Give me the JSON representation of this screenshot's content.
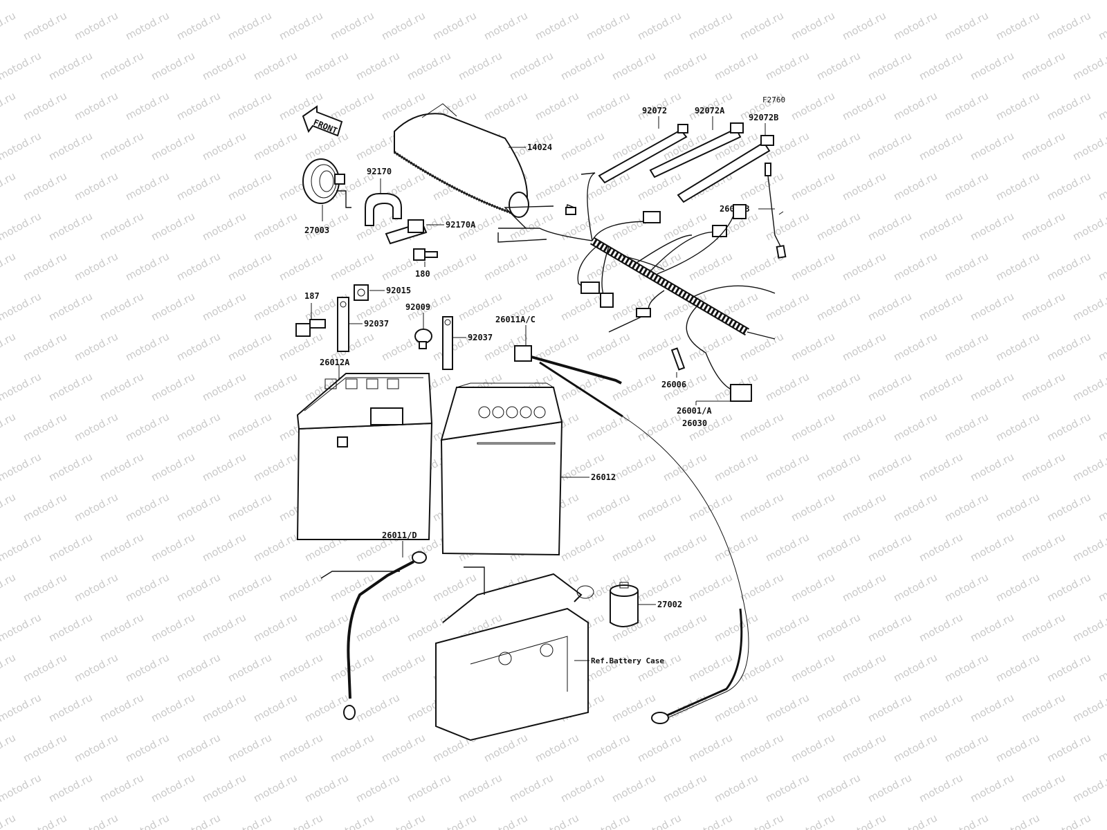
{
  "diagram": {
    "figure_ref": "F2760",
    "front_arrow": "FRONT",
    "watermark": "motod.ru",
    "labels": {
      "p14024": "14024",
      "p27003": "27003",
      "p92170": "92170",
      "p92170A": "92170A",
      "p180": "180",
      "p187": "187",
      "p92015": "92015",
      "p92037a": "92037",
      "p92009": "92009",
      "p92037b": "92037",
      "p26011AC": "26011A/C",
      "p26012A": "26012A",
      "p26012": "26012",
      "p26011D": "26011/D",
      "p27002": "27002",
      "pBattCase": "Ref.Battery Case",
      "p92072": "92072",
      "p92072A": "92072A",
      "p92072B": "92072B",
      "p26011B": "26011B",
      "p26006": "26006",
      "p26001A": "26001/A",
      "p26030": "26030"
    }
  }
}
